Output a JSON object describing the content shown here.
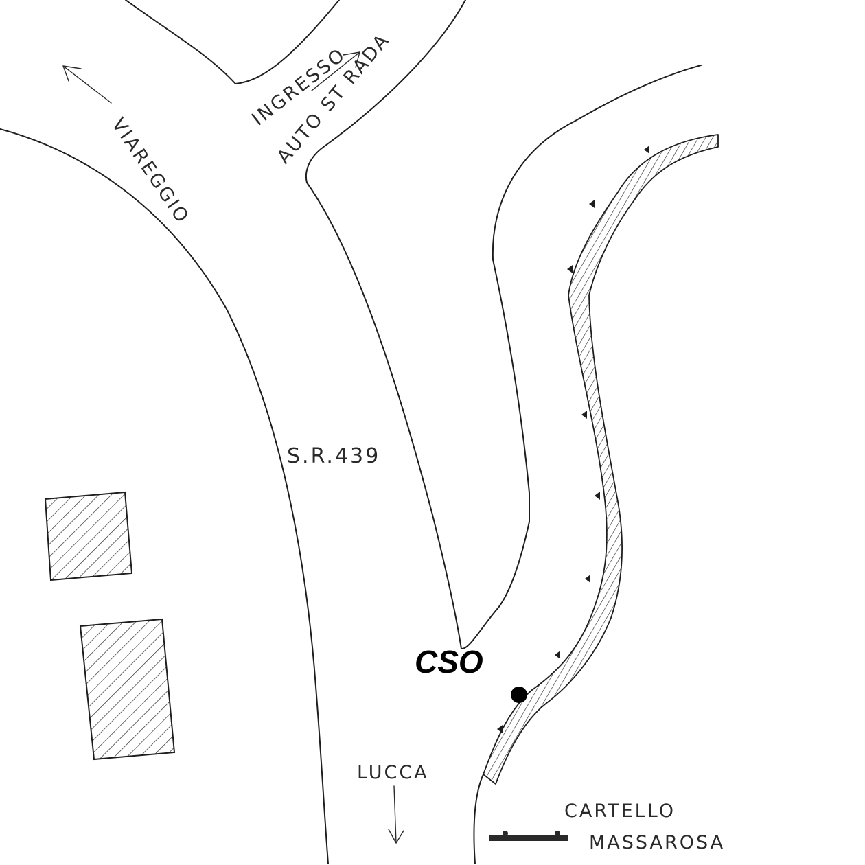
{
  "labels": {
    "viareggio": "VIAREGGIO",
    "ingresso": "INGRESSO",
    "autostrada": "AUTO ST RADA",
    "road": "S.R.439",
    "lucca": "LUCCA",
    "cso": "CSO",
    "cartello": "CARTELLO",
    "massarosa": "MASSAROSA"
  },
  "colors": {
    "ink": "#1e1e1e",
    "marker": "#000000",
    "paper": "#ffffff"
  },
  "icons": {
    "viareggio_arrow": "arrow-up-left-icon",
    "autostrada_arrow": "arrow-up-right-icon",
    "lucca_arrow": "arrow-down-icon",
    "cso_point": "filled-circle-icon",
    "sign": "road-sign-icon"
  }
}
